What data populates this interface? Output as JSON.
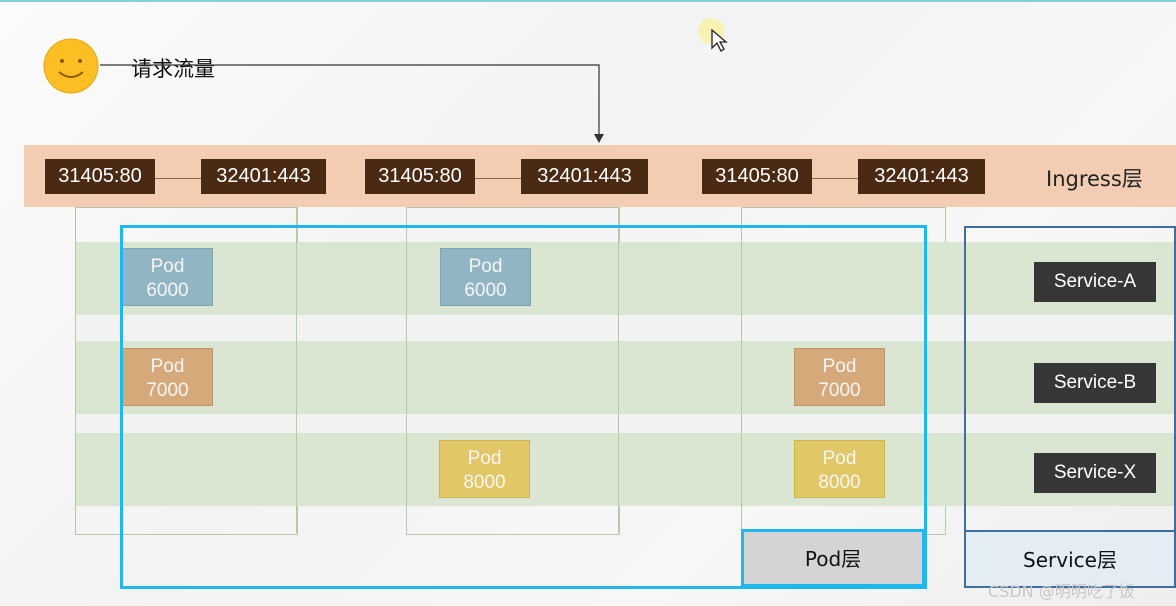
{
  "request": {
    "label": "请求流量"
  },
  "ingress": {
    "label": "Ingress层",
    "ports": [
      "31405:80",
      "32401:443",
      "31405:80",
      "32401:443",
      "31405:80",
      "32401:443"
    ]
  },
  "pods": [
    {
      "title": "Pod",
      "port": "6000"
    },
    {
      "title": "Pod",
      "port": "6000"
    },
    {
      "title": "Pod",
      "port": "7000"
    },
    {
      "title": "Pod",
      "port": "7000"
    },
    {
      "title": "Pod",
      "port": "8000"
    },
    {
      "title": "Pod",
      "port": "8000"
    }
  ],
  "layers": {
    "pod": "Pod层",
    "service": "Service层"
  },
  "services": [
    "Service-A",
    "Service-B",
    "Service-X"
  ],
  "watermark": "CSDN @明明吃了饭",
  "colors": {
    "ingress_band": "#f3cdb3",
    "port_box": "#4a2a12",
    "row_band": "#dbe6d2",
    "pod_6000": "#91b5c3",
    "pod_7000": "#d6a97b",
    "pod_8000": "#e1c765",
    "pod_frame": "#1eb7ee",
    "service_frame": "#3d6e9e",
    "service_box": "#363636"
  },
  "icons": {
    "user": "smiley-face-icon",
    "pointer": "mouse-cursor-icon"
  }
}
